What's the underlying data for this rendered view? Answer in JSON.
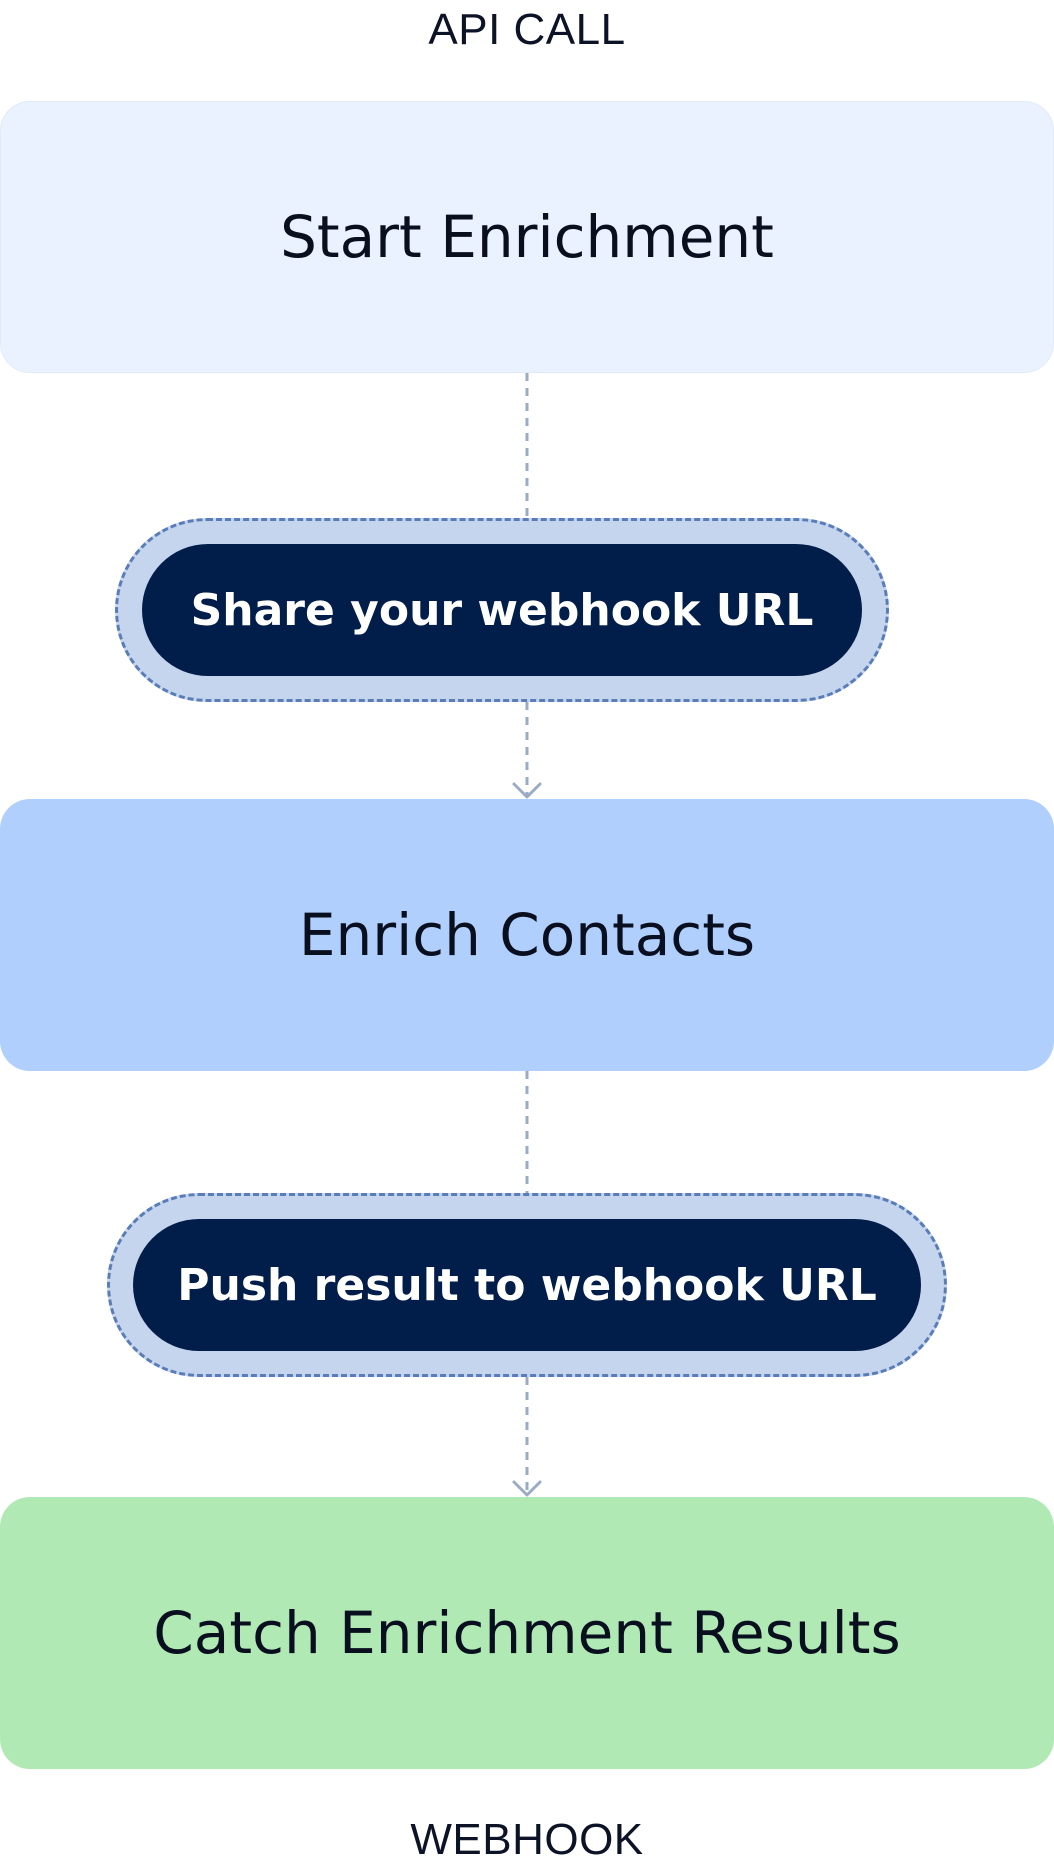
{
  "top_caption": "API CALL",
  "bottom_caption": "WEBHOOK",
  "nodes": {
    "start": "Start Enrichment",
    "share": "Share your webhook URL",
    "enrich": "Enrich Contacts",
    "push": "Push result to webhook URL",
    "catch": "Catch Enrichment Results"
  },
  "colors": {
    "start_fill": "#ebf2ff",
    "enrich_fill": "#b0cffc",
    "catch_fill": "#b0e9b4",
    "pill_fill": "#011d49",
    "pill_halo": "#c5d5ee",
    "halo_border": "#5a7db8",
    "connector": "#9aabc6"
  }
}
